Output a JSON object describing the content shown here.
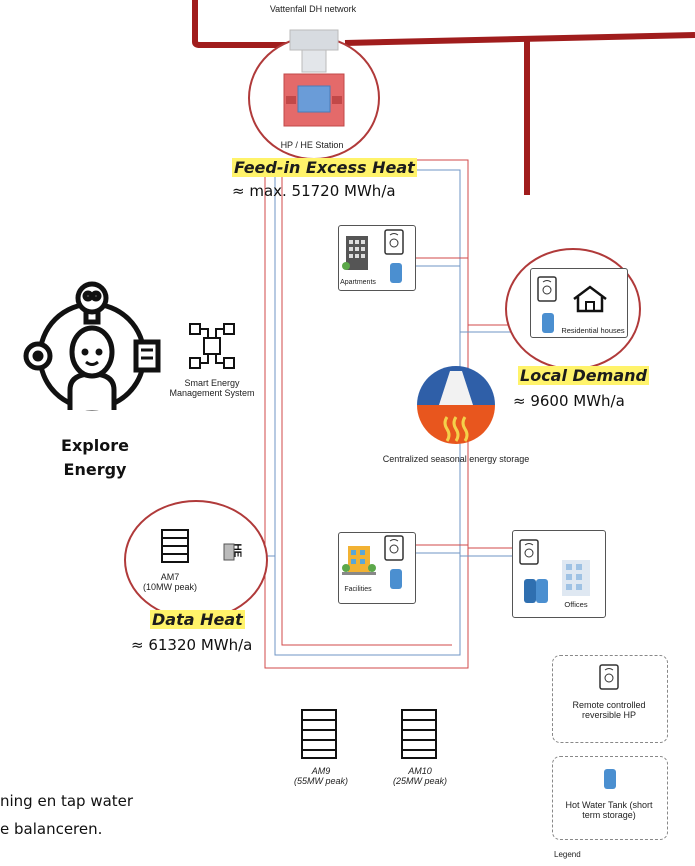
{
  "network": {
    "label": "Vattenfall DH network"
  },
  "station": {
    "label": "HP / HE Station"
  },
  "feed_in": {
    "title": "Feed-in Excess Heat",
    "value": "≈ max. 51720 MWh/a"
  },
  "apartments": {
    "label": "Apartments"
  },
  "residential": {
    "label": "Residential houses"
  },
  "local_demand": {
    "title": "Local Demand",
    "value": "≈ 9600 MWh/a"
  },
  "storage": {
    "label": "Centralized seasonal energy storage"
  },
  "explore": {
    "line1": "Explore",
    "line2": "Energy"
  },
  "sems": {
    "label": "Smart Energy Management System"
  },
  "am7": {
    "line1": "AM7",
    "line2": "(10MW peak)",
    "he_label": "HE"
  },
  "data_heat": {
    "title": "Data Heat",
    "value": "≈ 61320 MWh/a"
  },
  "facilities": {
    "label": "Facilities"
  },
  "offices": {
    "label": "Offices"
  },
  "am9": {
    "line1": "AM9",
    "line2": "(55MW peak)"
  },
  "am10": {
    "line1": "AM10",
    "line2": "(25MW peak)"
  },
  "legend": {
    "hp": "Remote controlled reversible HP",
    "tank": "Hot Water Tank (short term storage)",
    "title": "Legend"
  },
  "body_text": {
    "line1": "ning en tap water",
    "line2": "e balanceren."
  },
  "colors": {
    "dh_pipe": "#a01d1d",
    "warm_line": "#d24a4a",
    "cold_line": "#6f95c4",
    "tank": "#4b8fd0",
    "highlight": "#fff36a"
  }
}
